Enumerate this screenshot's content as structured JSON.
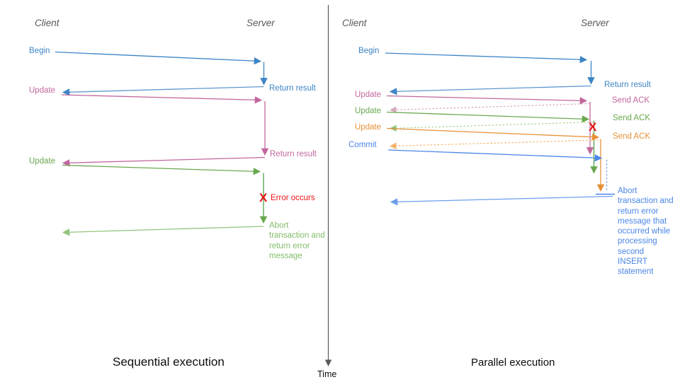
{
  "left": {
    "caption": "Sequential execution",
    "client": "Client",
    "server": "Server",
    "begin": "Begin",
    "return_result_1": "Return result",
    "update_1": "Update",
    "return_result_2": "Return result",
    "update_2": "Update",
    "error_marker": "X",
    "error_label": "Error occurs",
    "abort_label": "Abort transaction and return error message"
  },
  "right": {
    "caption": "Parallel execution",
    "client": "Client",
    "server": "Server",
    "begin": "Begin",
    "return_result": "Return result",
    "update_1": "Update",
    "send_ack_1": "Send ACK",
    "update_2": "Update",
    "send_ack_2": "Send ACK",
    "update_3": "Update",
    "send_ack_3": "Send ACK",
    "commit": "Commit",
    "error_marker": "X",
    "abort_label": "Abort transaction and return error message that occurred while processing second INSERT statement"
  },
  "time_axis": {
    "label": "Time"
  },
  "colors": {
    "blue": "#3d85c6",
    "light_blue": "#4a86e8",
    "response_blue": "#6d9eeb",
    "pink": "#c2679e",
    "light_pink": "#d5a6bd",
    "green": "#6aa84f",
    "light_green": "#93c47d",
    "orange": "#e69138",
    "light_orange": "#f6b26b",
    "red": "#e81313",
    "axis_gray": "#595959",
    "caption_black": "#0d0d0d"
  }
}
